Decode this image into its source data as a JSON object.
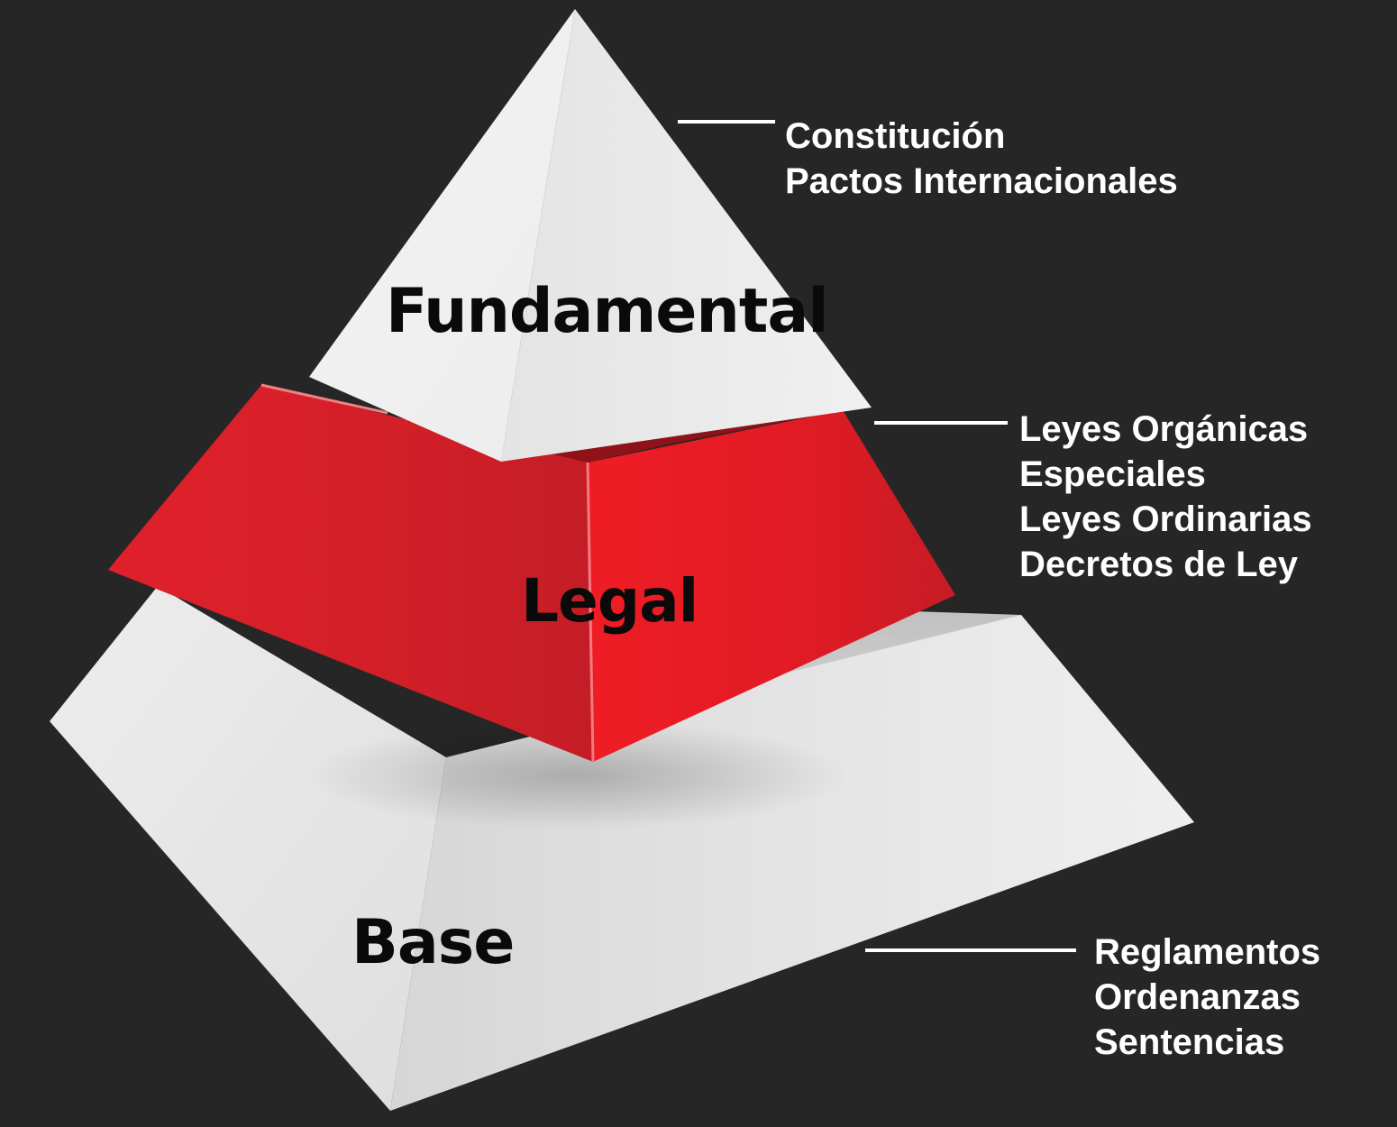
{
  "colors": {
    "background": "#262626",
    "white_face_light": "#f2f2f2",
    "white_face_mid": "#e6e6e6",
    "white_face_dark": "#d2d2d2",
    "accent_red": "#e31b23",
    "accent_red_dark": "#b91c24",
    "label_text": "#0a0a0a",
    "callout_text": "#ffffff"
  },
  "tiers": {
    "fundamental": {
      "label": "Fundamental",
      "items": [
        "Constitución",
        "Pactos Internacionales"
      ]
    },
    "legal": {
      "label": "Legal",
      "items": [
        "Leyes Orgánicas",
        "Especiales",
        "Leyes Ordinarias",
        "Decretos de Ley"
      ]
    },
    "base": {
      "label": "Base",
      "items": [
        "Reglamentos",
        "Ordenanzas",
        "Sentencias"
      ]
    }
  }
}
